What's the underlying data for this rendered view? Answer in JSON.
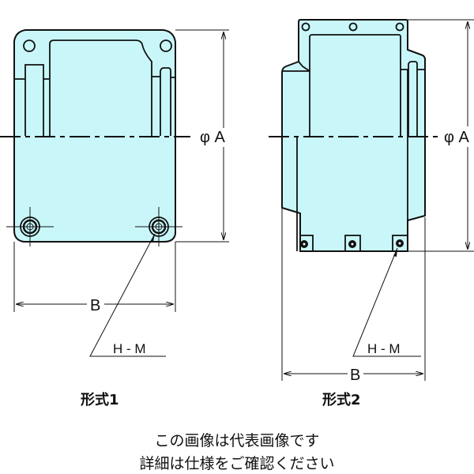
{
  "figure1": {
    "caption": "形式1",
    "dim_diameter": "φ A",
    "dim_width": "B",
    "dim_bolt": "H - M"
  },
  "figure2": {
    "caption": "形式2",
    "dim_diameter": "φ A",
    "dim_width": "B",
    "dim_bolt": "H - M"
  },
  "notes": [
    "この画像は代表画像です",
    "詳細は仕様をご確認ください"
  ],
  "colors": {
    "fill": "#c9f7f9",
    "line": "#111111"
  }
}
